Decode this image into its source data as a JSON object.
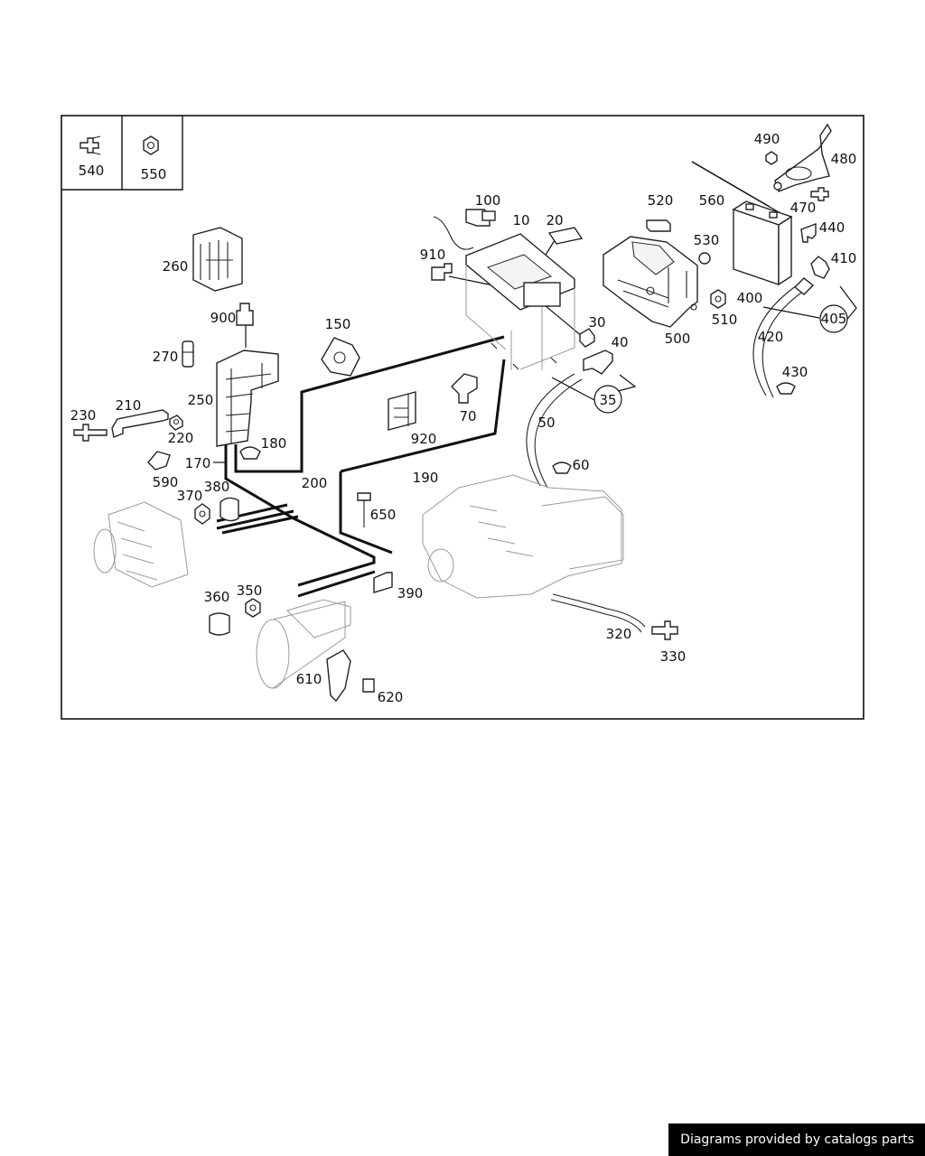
{
  "labels": {
    "p540": "540",
    "p550": "550",
    "p490": "490",
    "p480": "480",
    "p470": "470",
    "p440": "440",
    "p560": "560",
    "p520": "520",
    "p530": "530",
    "p410": "410",
    "p400": "400",
    "p510": "510",
    "p405": "405",
    "p420": "420",
    "p500": "500",
    "p430": "430",
    "p100": "100",
    "p10": "10",
    "p20": "20",
    "p910": "910",
    "p30": "30",
    "p40": "40",
    "p35": "35",
    "p50": "50",
    "p60": "60",
    "p260": "260",
    "p900": "900",
    "p150": "150",
    "p270": "270",
    "p250": "250",
    "p230": "230",
    "p210": "210",
    "p220": "220",
    "p180": "180",
    "p170": "170",
    "p590": "590",
    "p370": "370",
    "p380": "380",
    "p200": "200",
    "p920": "920",
    "p70": "70",
    "p190": "190",
    "p650": "650",
    "p390": "390",
    "p360": "360",
    "p350": "350",
    "p320": "320",
    "p330": "330",
    "p610": "610",
    "p620": "620"
  },
  "footer": {
    "text": "Diagrams provided by catalogs parts"
  }
}
